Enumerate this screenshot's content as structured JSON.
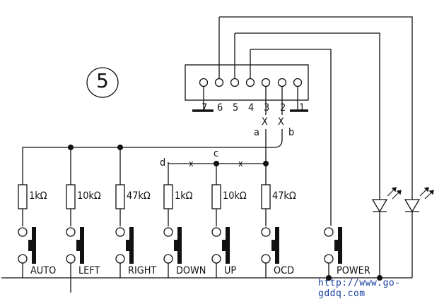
{
  "diagram": {
    "badge_number": "5",
    "connector": {
      "pin_labels": [
        "7",
        "6",
        "5",
        "4",
        "3",
        "2",
        "1"
      ]
    },
    "nodes": {
      "a": "a",
      "b": "b",
      "c": "c",
      "d": "d"
    },
    "cut_mark": "X",
    "small_cut_mark": "x",
    "resistors": [
      "1kΩ",
      "10kΩ",
      "47kΩ",
      "1kΩ",
      "10kΩ",
      "47kΩ"
    ],
    "switches": [
      "AUTO",
      "LEFT",
      "RIGHT",
      "DOWN",
      "UP",
      "OCD",
      "POWER"
    ],
    "watermark": "http://www.go-gddq.com"
  },
  "colors": {
    "ink": "#111111",
    "watermark": "#1a3fa0"
  }
}
